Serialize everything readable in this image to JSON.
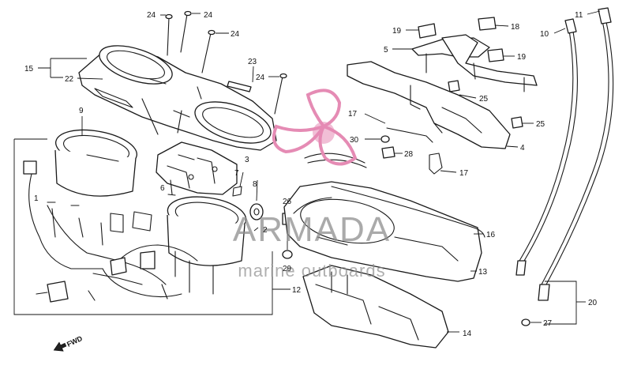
{
  "labels": {
    "l24a": "24",
    "l24b": "24",
    "l24c": "24",
    "l24d": "24",
    "l23": "23",
    "l15": "15",
    "l22": "22",
    "l9": "9",
    "l3": "3",
    "l7": "7",
    "l8": "8",
    "l6": "6",
    "l1": "1",
    "l26": "26",
    "l2": "2",
    "l29": "29",
    "l12": "12",
    "l19a": "19",
    "l18": "18",
    "l5": "5",
    "l19b": "19",
    "l25a": "25",
    "l25b": "25",
    "l17a": "17",
    "l30": "30",
    "l28": "28",
    "l17b": "17",
    "l4": "4",
    "l16": "16",
    "l13": "13",
    "l14": "14",
    "l10": "10",
    "l11": "11",
    "l20": "20",
    "l27": "27"
  },
  "fwd": "FWD",
  "watermark": {
    "brand": "ARMADA",
    "tagline": "marine outboards"
  },
  "colors": {
    "ink": "#111111",
    "logo_pink": "#e58bb4",
    "watermark_gray": "#8d8d8d"
  },
  "icons": {
    "watermark_logo": "propeller-logo-icon",
    "fwd_arrow": "fwd-arrow-icon"
  }
}
